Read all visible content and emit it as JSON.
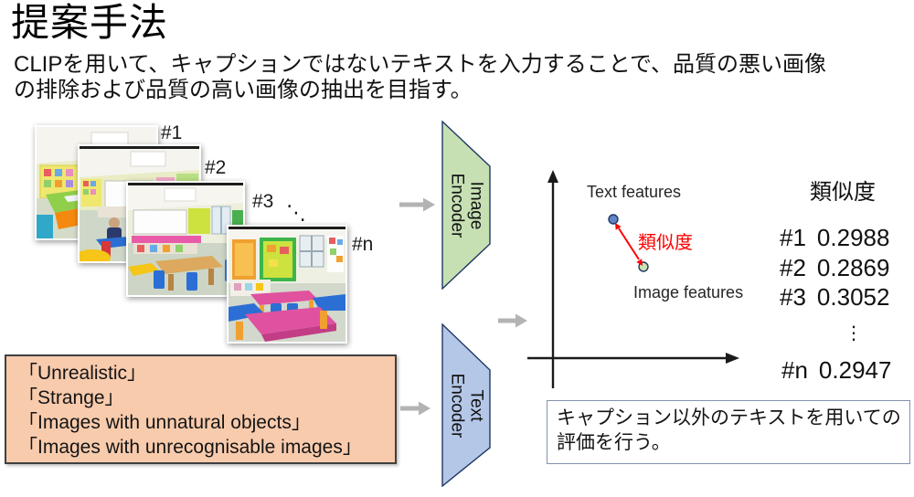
{
  "slide": {
    "title": "提案手法",
    "subtitle": "CLIPを用いて、キャプションではないテキストを入力することで、品質の悪い画像の排除および品質の高い画像の抽出を目指す。"
  },
  "image_stack": {
    "labels": [
      "#1",
      "#2",
      "#3",
      "#n"
    ],
    "ellipsis": "⋱"
  },
  "prompt_box": {
    "lines": [
      "「Unrealistic」",
      "「Strange」",
      "「Images with unnatural objects」",
      "「Images with unrecognisable images」"
    ]
  },
  "encoders": {
    "image": {
      "lines": [
        "Image",
        "Encoder"
      ]
    },
    "text": {
      "lines": [
        "Text",
        "Encoder"
      ]
    }
  },
  "feature_plot": {
    "text_features_label": "Text features",
    "image_features_label": "Image features",
    "similarity_label": "類似度"
  },
  "similarity_list": {
    "header": "類似度",
    "ellipsis": "⋮",
    "rows": [
      {
        "id": "#1",
        "value": "0.2988"
      },
      {
        "id": "#2",
        "value": "0.2869"
      },
      {
        "id": "#3",
        "value": "0.3052"
      },
      {
        "id": "#n",
        "value": "0.2947"
      }
    ]
  },
  "note_box": {
    "lines": [
      "キャプション以外のテキストを用いての",
      "評価を行う。"
    ]
  },
  "colors": {
    "prompt_box_bg": "#f8cbad",
    "image_encoder_fill": "#c6e0b4",
    "text_encoder_fill": "#b4c7e7",
    "encoder_border": "#1f3864",
    "similarity_red": "#ff0000",
    "arrow_gray": "#b3b3b3",
    "text_point_fill": "#6283c4",
    "image_point_fill": "#c9e2b4"
  }
}
